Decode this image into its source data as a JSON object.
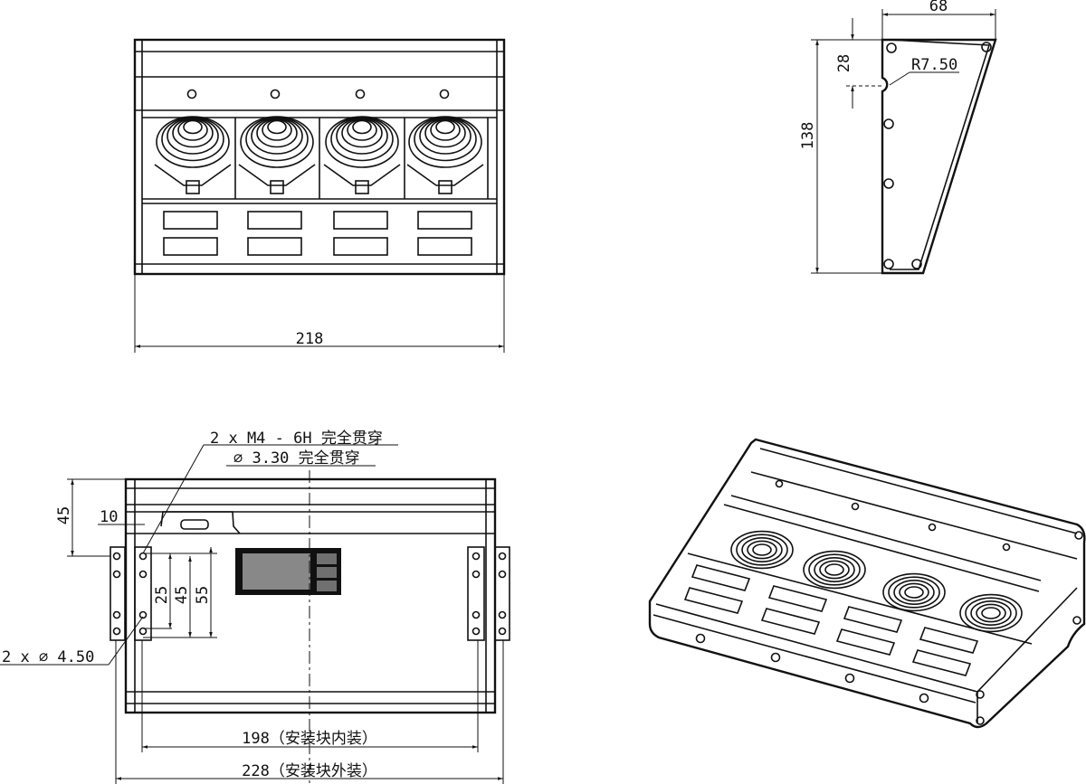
{
  "front_view": {
    "width_dim": "218"
  },
  "side_view": {
    "width_dim": "68",
    "notch_height_dim": "28",
    "radius_label": "R7.50",
    "height_dim": "138"
  },
  "bottom_view": {
    "tapped_hole_note": "2 x  M4 - 6H 完全贯穿",
    "drill_note": "∅ 3.30 完全贯穿",
    "mount_hole_note": "2 x  ∅ 4.50",
    "dim_45_top": "45",
    "dim_10": "10",
    "dim_25": "25",
    "dim_45": "45",
    "dim_55": "55",
    "inner_mount_dim": "198（安装块内装）",
    "outer_mount_dim": "228（安装块外装）"
  },
  "isometric_view": {}
}
